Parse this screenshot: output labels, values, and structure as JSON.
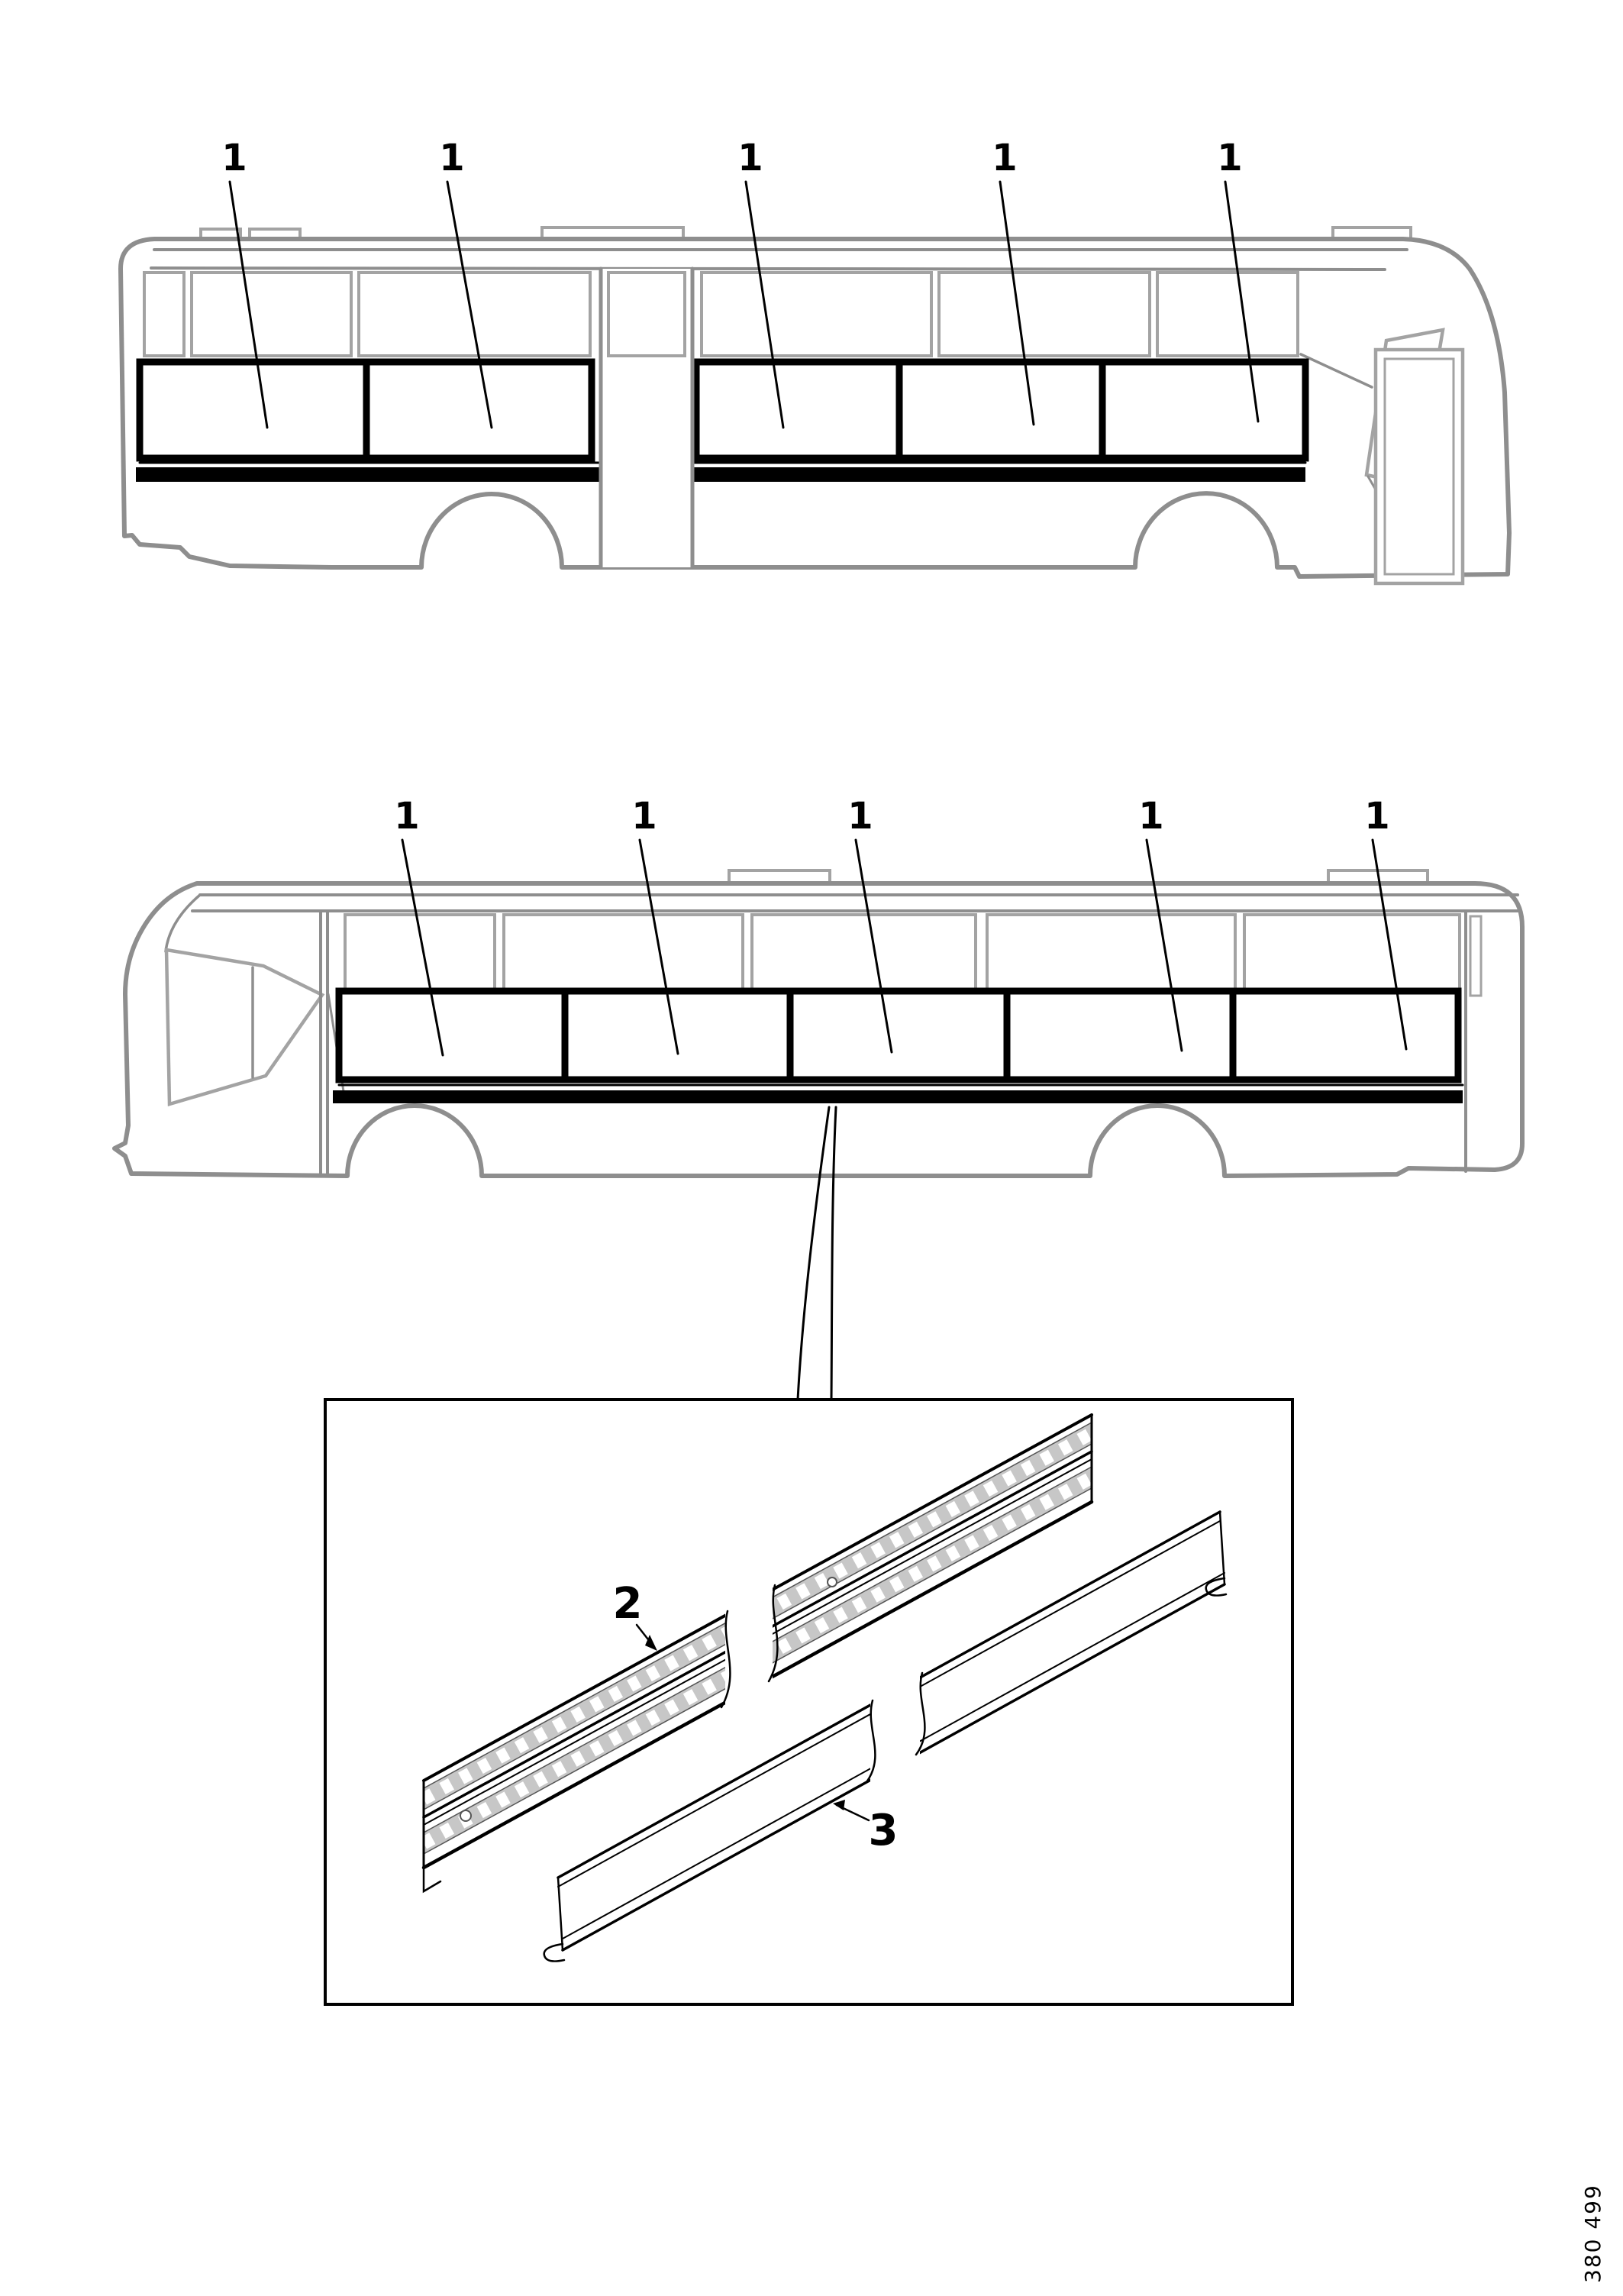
{
  "figure": {
    "number": "380 499",
    "ink_color": "#000000",
    "outline_color": "#8e8e8e",
    "background": "#ffffff"
  },
  "callouts": {
    "top_bus": {
      "labels": [
        "1",
        "1",
        "1",
        "1",
        "1"
      ]
    },
    "middle_bus": {
      "labels": [
        "1",
        "1",
        "1",
        "1",
        "1"
      ]
    },
    "detail": {
      "upper_rail_label": "2",
      "lower_rail_label": "3"
    }
  }
}
